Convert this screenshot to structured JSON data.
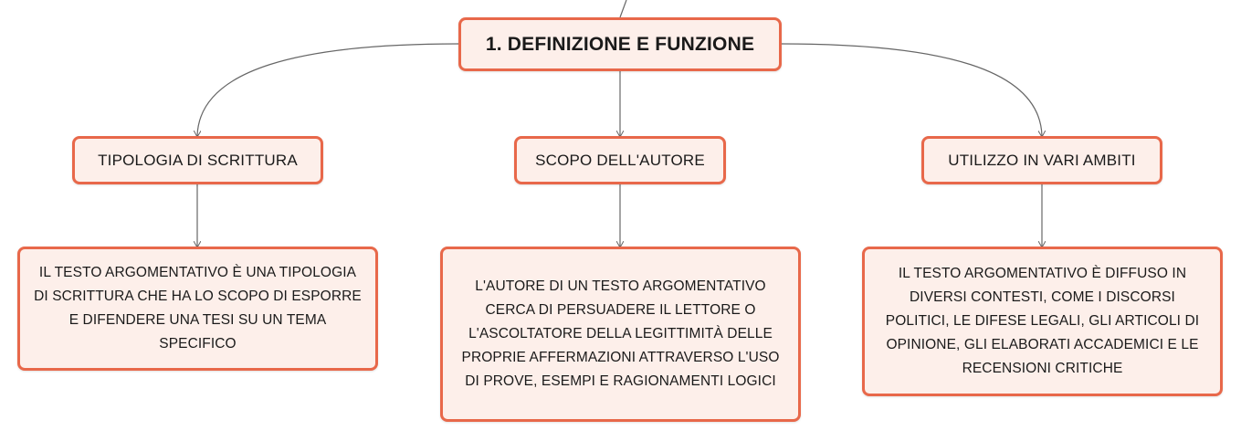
{
  "diagram": {
    "root": {
      "label": "1. DEFINIZIONE E FUNZIONE"
    },
    "branches": [
      {
        "label": "TIPOLOGIA DI SCRITTURA",
        "detail": "IL TESTO ARGOMENTATIVO È UNA TIPOLOGIA DI SCRITTURA CHE HA LO SCOPO DI ESPORRE E DIFENDERE UNA TESI SU UN TEMA SPECIFICO"
      },
      {
        "label": "SCOPO DELL'AUTORE",
        "detail": "L'AUTORE DI UN TESTO ARGOMENTATIVO CERCA DI PERSUADERE IL LETTORE O L'ASCOLTATORE DELLA LEGITTIMITÀ DELLE PROPRIE AFFERMAZIONI ATTRAVERSO L'USO DI PROVE, ESEMPI E RAGIONAMENTI LOGICI"
      },
      {
        "label": "UTILIZZO IN VARI AMBITI",
        "detail": "IL TESTO ARGOMENTATIVO È DIFFUSO IN DIVERSI CONTESTI, COME I DISCORSI POLITICI, LE DIFESE LEGALI, GLI ARTICOLI DI OPINIONE, GLI ELABORATI ACCADEMICI E LE RECENSIONI CRITICHE"
      }
    ],
    "colors": {
      "node_border": "#e8684a",
      "node_fill": "#fdefea",
      "connector": "#666666",
      "text": "#1a1a1a"
    }
  }
}
